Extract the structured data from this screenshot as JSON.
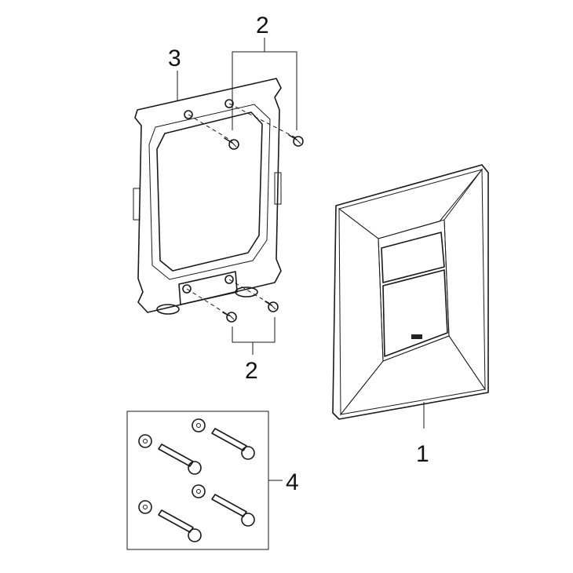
{
  "callouts": {
    "screws_top": "2",
    "frame": "3",
    "screws_bottom": "2",
    "cover_plate": "1",
    "fixing_kit": "4"
  },
  "colors": {
    "line": "#1a1a1a",
    "frame_fill": "#d8d8d8",
    "plate_fill": "#cfcfcf",
    "plate_shade": "#9a9a9a",
    "button_fill": "#e2e2e2",
    "background": "#ffffff"
  },
  "icons": {
    "screw": "screw-icon",
    "washer": "washer-icon",
    "wall_plug_screw": "long-screw-icon"
  }
}
